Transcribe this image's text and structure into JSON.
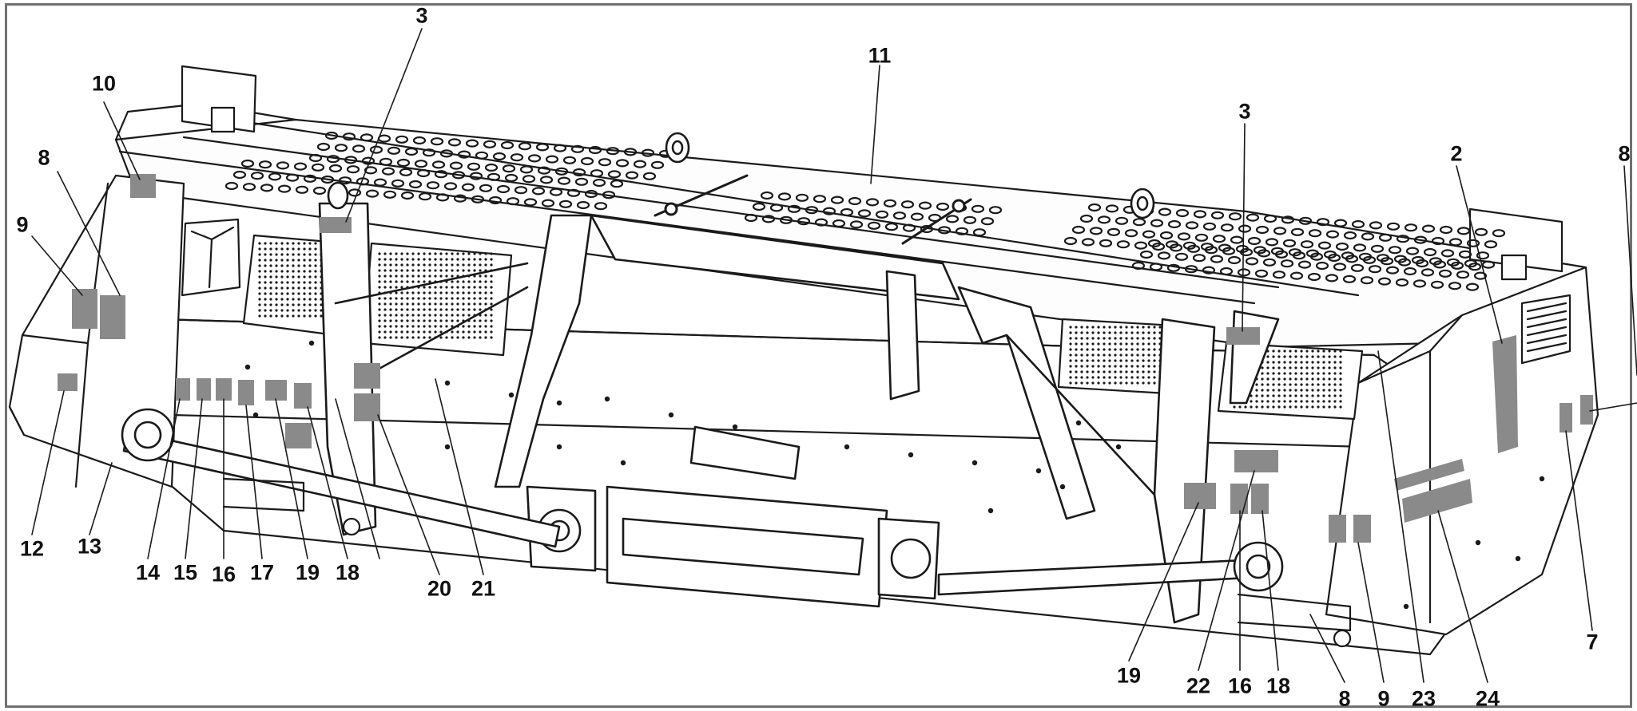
{
  "diagram": {
    "colors": {
      "line": "#1a1a1a",
      "label_patch": "#8a8a8a",
      "frame": "#707070",
      "background": "#ffffff"
    },
    "callouts": [
      {
        "id": "c3a",
        "text": "3"
      },
      {
        "id": "c11",
        "text": "11"
      },
      {
        "id": "c10",
        "text": "10"
      },
      {
        "id": "c8a",
        "text": "8"
      },
      {
        "id": "c9a",
        "text": "9"
      },
      {
        "id": "c3b",
        "text": "3"
      },
      {
        "id": "c2",
        "text": "2"
      },
      {
        "id": "c8b",
        "text": "8"
      },
      {
        "id": "c12",
        "text": "12"
      },
      {
        "id": "c13",
        "text": "13"
      },
      {
        "id": "c14",
        "text": "14"
      },
      {
        "id": "c15",
        "text": "15"
      },
      {
        "id": "c16a",
        "text": "16"
      },
      {
        "id": "c17",
        "text": "17"
      },
      {
        "id": "c19a",
        "text": "19"
      },
      {
        "id": "c18a",
        "text": "18"
      },
      {
        "id": "c20",
        "text": "20"
      },
      {
        "id": "c21",
        "text": "21"
      },
      {
        "id": "c19b",
        "text": "19"
      },
      {
        "id": "c22",
        "text": "22"
      },
      {
        "id": "c16b",
        "text": "16"
      },
      {
        "id": "c18b",
        "text": "18"
      },
      {
        "id": "c8c",
        "text": "8"
      },
      {
        "id": "c9b",
        "text": "9"
      },
      {
        "id": "c23",
        "text": "23"
      },
      {
        "id": "c24",
        "text": "24"
      },
      {
        "id": "c7",
        "text": "7"
      }
    ]
  }
}
